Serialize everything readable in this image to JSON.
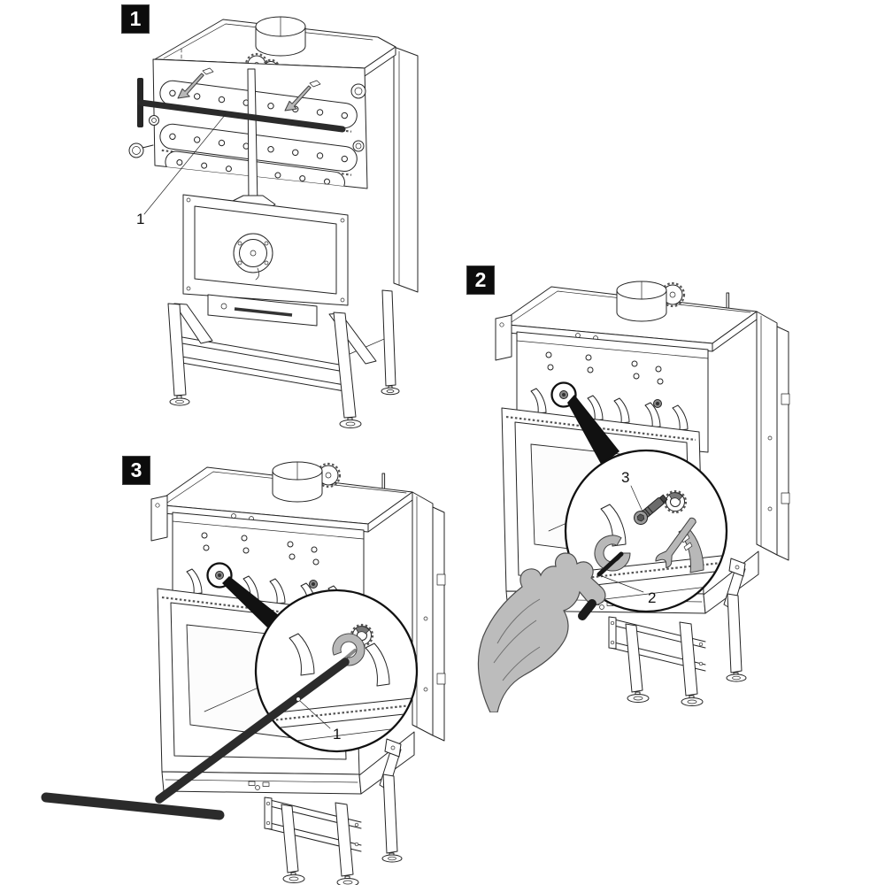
{
  "page": {
    "background": "#ffffff"
  },
  "palette": {
    "ink": "#242424",
    "tool_black": "#2b2b2b",
    "glove_gray": "#bcbcbc",
    "part_gray": "#b8b8b8",
    "badge_bg": "#0c0c0c",
    "badge_fg": "#ffffff"
  },
  "steps": [
    {
      "badge": "1",
      "callout_rod": "1"
    },
    {
      "badge": "2",
      "callout_bolt": "3",
      "callout_key": "2"
    },
    {
      "badge": "3",
      "callout_rod": "1"
    }
  ]
}
